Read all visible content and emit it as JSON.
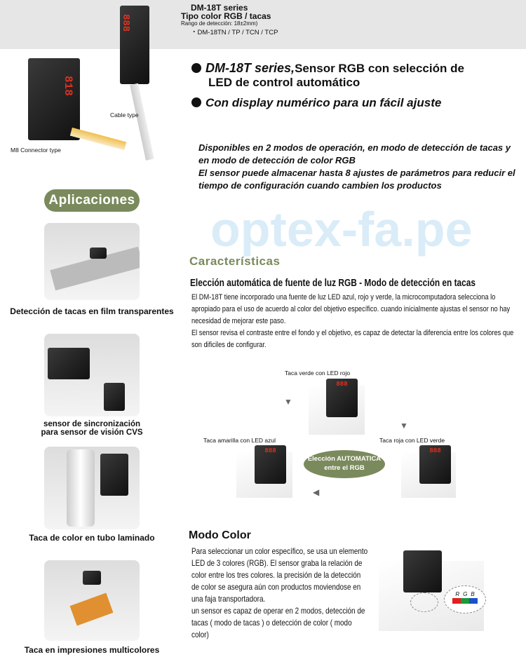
{
  "header": {
    "series": "DM-18T series",
    "type": "Tipo color RGB / tacas",
    "range": "Rango de detección: 18±2mm)",
    "models": "・DM-18TN / TP / TCN / TCP"
  },
  "product_images": {
    "cable_label": "Cable type",
    "m8_label": "M8 Connector type",
    "display_top": "888",
    "display_side": "818"
  },
  "headline": {
    "bullet1_bold": "DM-18T series,",
    "bullet1_rest": "Sensor RGB con selección de",
    "bullet1_line2": "LED de control automático",
    "bullet2": "Con display numérico para un fácil ajuste"
  },
  "description": [
    "Disponibles en 2 modos de operación, en modo de detección de tacas y en modo de detección de color RGB",
    "El sensor puede almacenar hasta 8 ajustes de parámetros para reducir el tiempo de configuración cuando cambien los productos"
  ],
  "applications": {
    "title": "Aplicaciones",
    "items": [
      {
        "caption": "Detección de tacas en film transparentes"
      },
      {
        "caption": "sensor de sincronización para sensor de visión CVS"
      },
      {
        "caption": "Taca de color en tubo laminado"
      },
      {
        "caption": "Taca en impresiones multicolores"
      }
    ]
  },
  "features": {
    "title": "Características",
    "subtitle": "Elección automática de fuente de luz RGB - Modo de detección en tacas",
    "text": "El DM-18T tiene incorporado una fuente de luz LED azul, rojo y verde, la microcomputadora selecciona lo apropiado para el uso de acuerdo al color del objetivo específico. cuando inicialmente ajustas el sensor no hay necesidad de mejorar este paso.\nEl sensor revisa el contraste entre el fondo y el objetivo, es capaz de detectar la diferencia entre los colores que son  dificiles de configurar.",
    "diagram": {
      "top": "Taca verde con LED rojo",
      "left": "Taca amarilla con LED azul",
      "right": "Taca roja con LED verde",
      "center_line1": "Elección AUTOMATICA",
      "center_line2": "entre el RGB",
      "display": "888"
    }
  },
  "watermark": "optex-fa.pe",
  "color_mode": {
    "title": "Modo Color",
    "text": "Para seleccionar un color específico, se usa un elemento LED de 3 colores (RGB). El sensor graba la relación de color entre los tres colores. la precisión de la detección de color se asegura aún con productos moviendose en una faja transportadora.\nun sensor es capaz de operar en 2 modos, detección de tacas ( modo de tacas ) o detección de color ( modo color)",
    "rgb_letters": [
      "R",
      "G",
      "B"
    ]
  },
  "colors": {
    "accent": "#7a8a5c",
    "watermark": "#d9ecf8",
    "red": "#e02020",
    "green": "#1a9a3a",
    "blue": "#1a50c8",
    "yellow": "#f0e020"
  }
}
